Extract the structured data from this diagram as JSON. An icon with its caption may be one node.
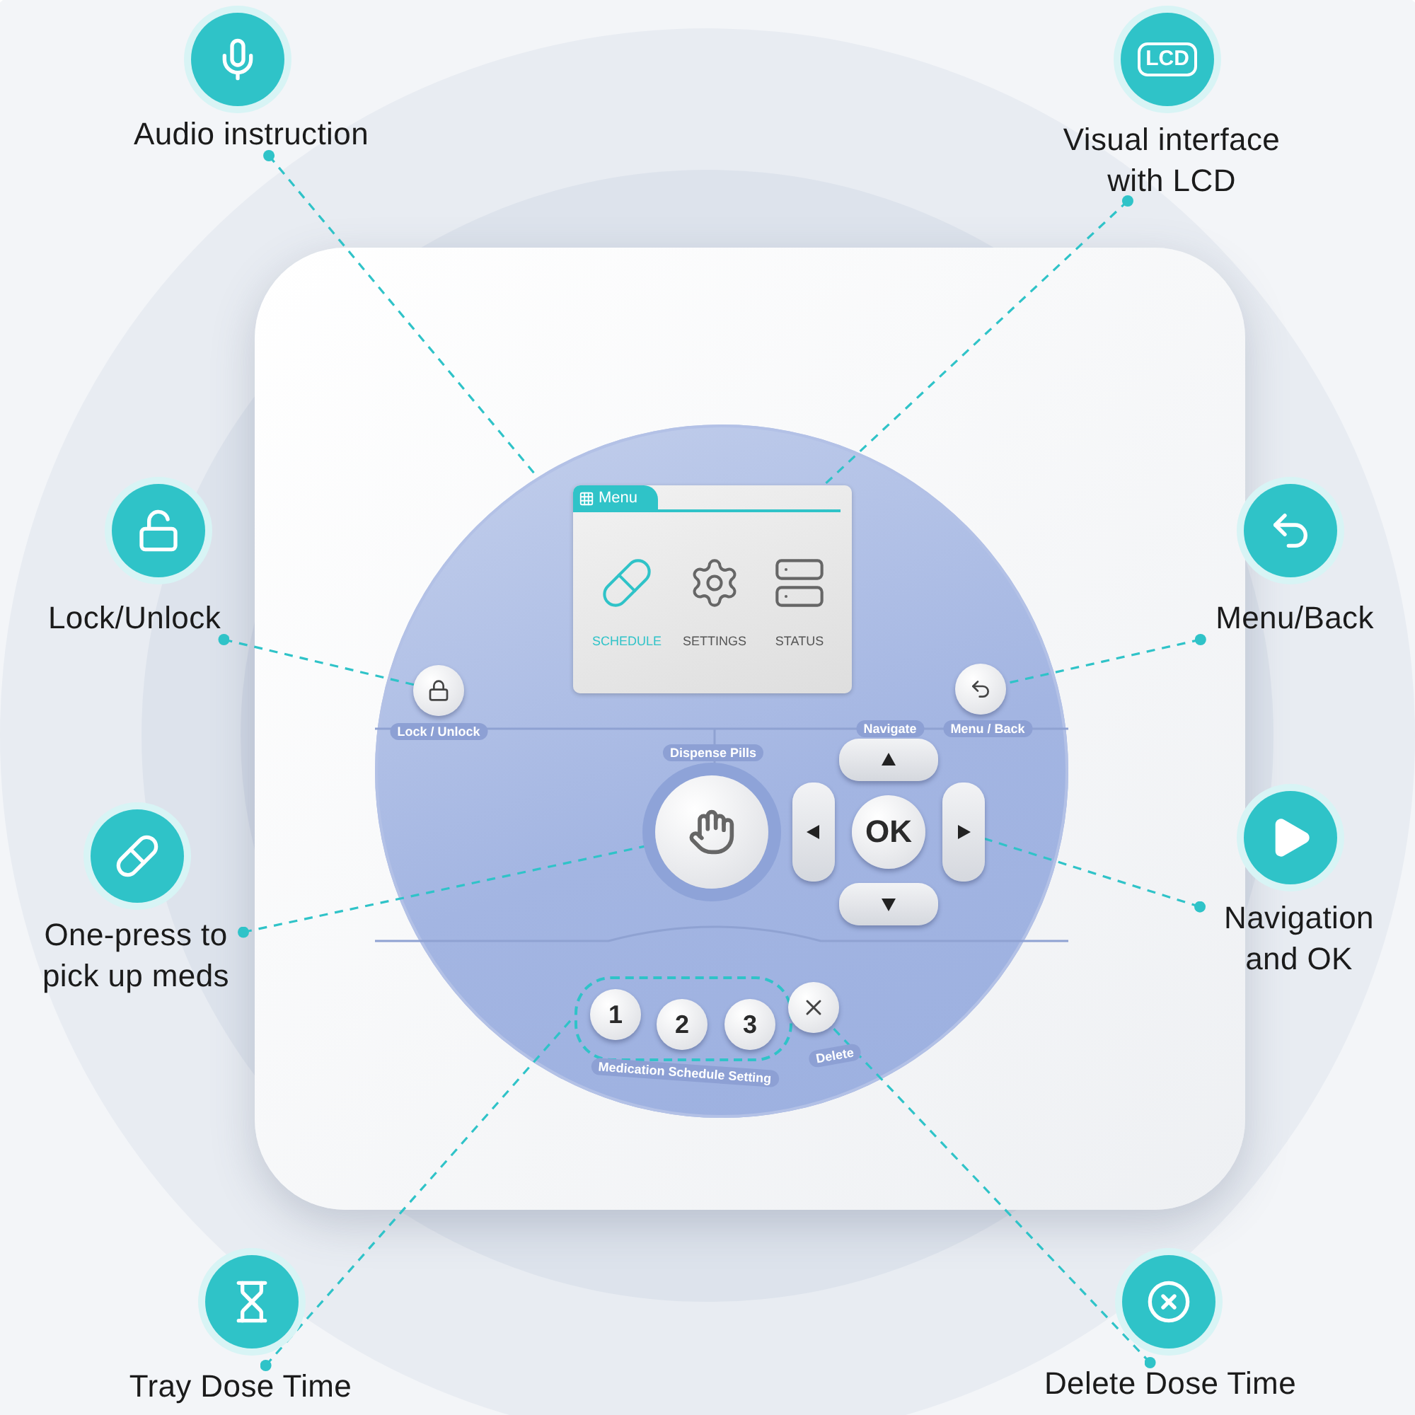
{
  "diagram": {
    "nodes": [
      {
        "text": [
          "Audio instruction"
        ]
      },
      {
        "text": [
          "Visual interface with LCD"
        ]
      },
      {
        "text": [
          "Lock/Unlock"
        ]
      },
      {
        "text": [
          "Menu/Back"
        ]
      },
      {
        "text": [
          "One-press to pick up meds"
        ]
      },
      {
        "text": [
          "Navigation and OK"
        ]
      },
      {
        "text": [
          "Tray Dose Time"
        ]
      },
      {
        "text": [
          "Delete Dose Time"
        ]
      },
      {
        "text": [
          "Menu",
          "SCHEDULE",
          "SETTINGS",
          "STATUS"
        ]
      },
      {
        "text": [],
        "shape": "circle"
      },
      {
        "text": [],
        "shape": "circle"
      },
      {
        "text": [],
        "shape": "circle"
      },
      {
        "text": [],
        "shape": "button"
      },
      {
        "text": [],
        "shape": "button"
      },
      {
        "text": [
          "OK"
        ]
      },
      {
        "text": [],
        "shape": "button"
      },
      {
        "text": [],
        "shape": "button"
      },
      {
        "text": [],
        "shape": "box"
      },
      {
        "text": [
          "1"
        ],
        "in": 17
      },
      {
        "text": [
          "2"
        ],
        "in": 17
      },
      {
        "text": [
          "3"
        ],
        "in": 17
      },
      {
        "text": [],
        "shape": "circle"
      }
    ],
    "edges": [
      {
        "from": 0,
        "to": null,
        "arrow": "other",
        "style": "dashed"
      },
      {
        "from": 1,
        "to": 8,
        "arrow": "other",
        "style": "dashed"
      },
      {
        "from": 2,
        "to": 9,
        "arrow": "other",
        "style": "dashed"
      },
      {
        "from": 3,
        "to": 10,
        "arrow": "other",
        "style": "dashed"
      },
      {
        "from": 4,
        "to": 11,
        "arrow": "other",
        "style": "dashed"
      },
      {
        "from": 5,
        "to": 15,
        "arrow": "other",
        "style": "dashed"
      },
      {
        "from": 6,
        "to": 17,
        "arrow": "other",
        "style": "dashed"
      },
      {
        "from": 7,
        "to": 21,
        "arrow": "other",
        "style": "dashed"
      }
    ],
    "labels": [
      "LCD",
      "Lock / Unlock",
      "Navigate",
      "Menu / Back",
      "Dispense Pills",
      "Medication Schedule Setting",
      "Delete"
    ]
  }
}
